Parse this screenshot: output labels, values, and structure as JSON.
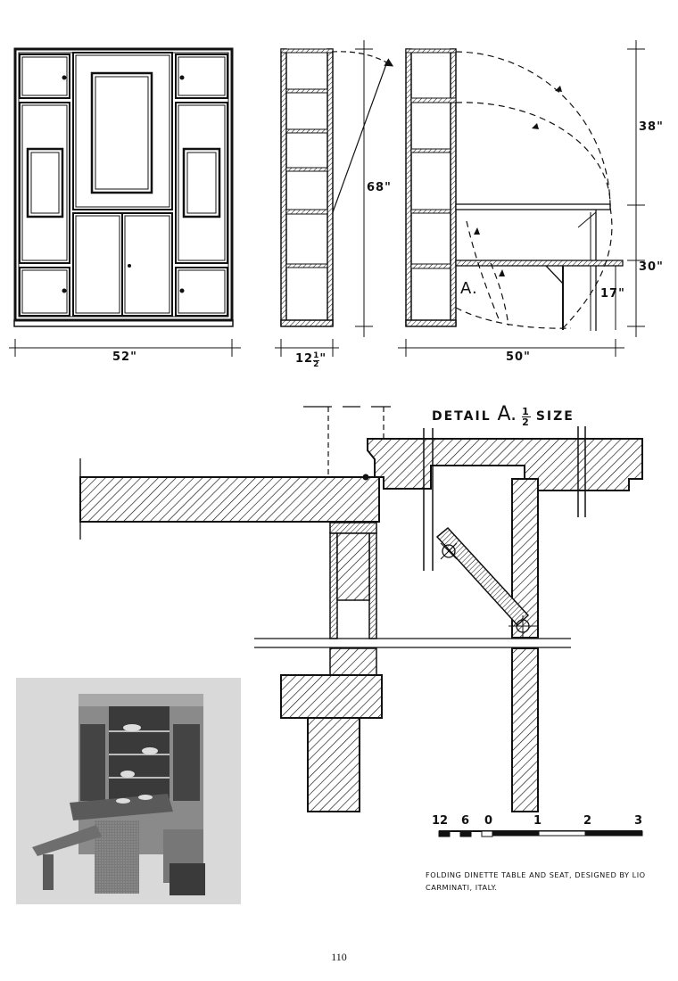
{
  "dimensions": {
    "front_width": "52\"",
    "side_depth_whole": "12",
    "side_depth_num": "1",
    "side_depth_den": "2",
    "side_depth_unit": "\"",
    "height": "68\"",
    "open_width": "50\"",
    "upper": "38\"",
    "table_height": "30\"",
    "seat_height": "17\""
  },
  "detail_marker": "A.",
  "detail_title": {
    "prefix": "DETAIL",
    "letter": "A.",
    "frac_num": "1",
    "frac_den": "2",
    "suffix": "SIZE"
  },
  "scale_labels": [
    "12",
    "6",
    "0",
    "1",
    "2",
    "3"
  ],
  "caption": "Folding dinette table and seat, designed by Lio Carminati, Italy.",
  "page_number": "110"
}
